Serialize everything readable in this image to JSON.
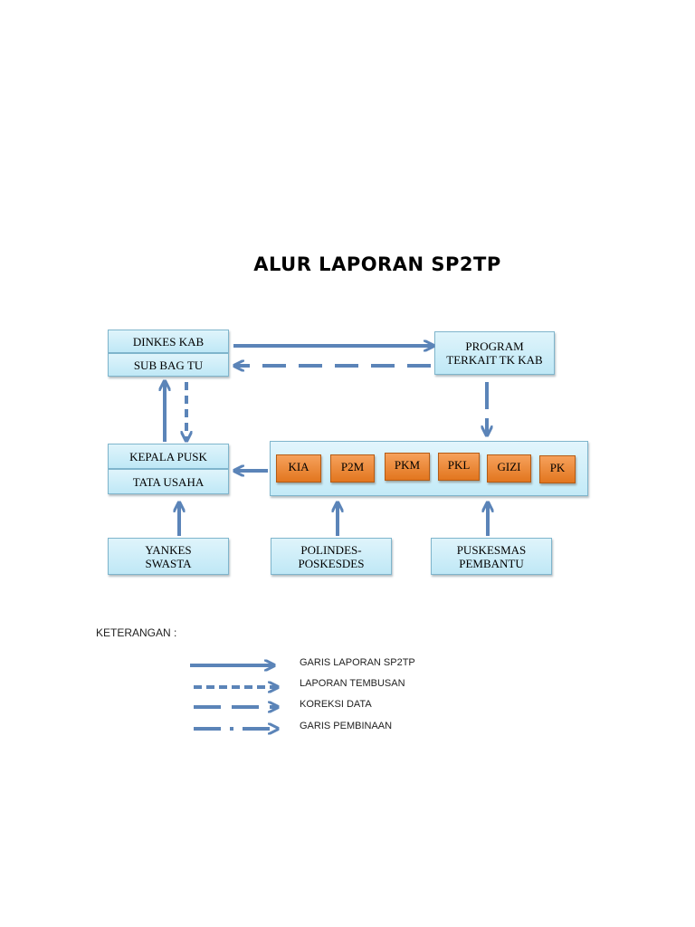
{
  "title": "ALUR LAPORAN SP2TP",
  "boxes": {
    "dinkes_kab": "DINKES KAB",
    "sub_bag_tu": "SUB BAG TU",
    "program_line1": "PROGRAM",
    "program_line2": "TERKAIT TK KAB",
    "kepala_pusk": "KEPALA PUSK",
    "tata_usaha": "TATA USAHA",
    "yankes_line1": "YANKES",
    "yankes_line2": "SWASTA",
    "polindes_line1": "POLINDES-",
    "polindes_line2": "POSKESDES",
    "pustu_line1": "PUSKESMAS",
    "pustu_line2": "PEMBANTU"
  },
  "programs": [
    "KIA",
    "P2M",
    "PKM",
    "PKL",
    "GIZI",
    "PK"
  ],
  "legend": {
    "heading": "KETERANGAN :",
    "items": [
      {
        "label": "GARIS LAPORAN SP2TP",
        "style": "solid"
      },
      {
        "label": "LAPORAN TEMBUSAN",
        "style": "dashed"
      },
      {
        "label": "KOREKSI DATA",
        "style": "long-dash"
      },
      {
        "label": "GARIS PEMBINAAN",
        "style": "dash-dot"
      }
    ]
  },
  "colors": {
    "arrow": "#5b84b8",
    "box_fill": "#c9ecf8",
    "program_fill": "#e8842f"
  }
}
